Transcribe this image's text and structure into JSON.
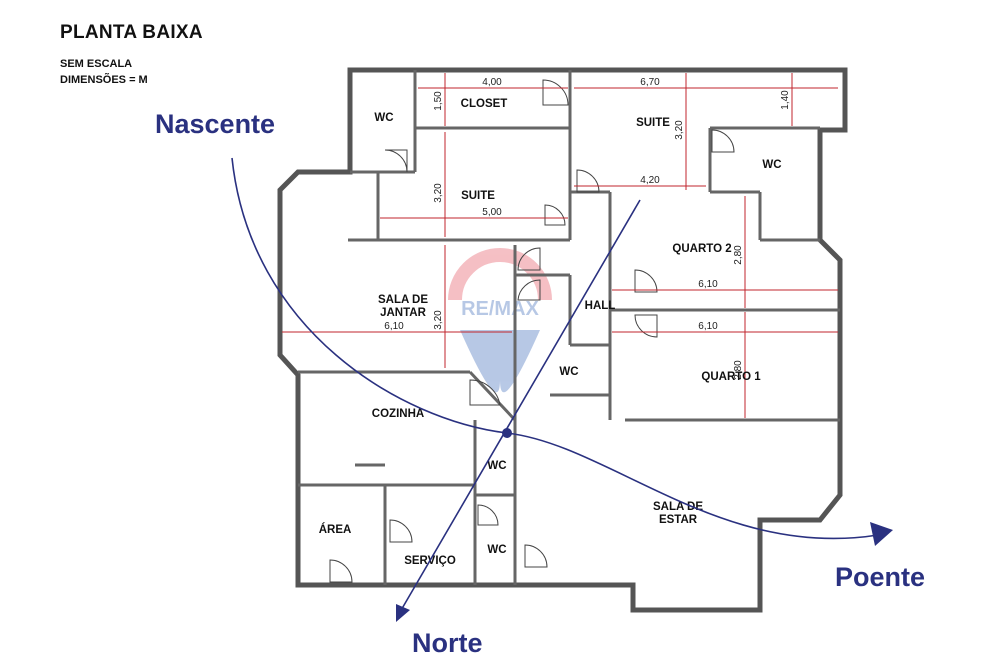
{
  "header": {
    "title": "PLANTA BAIXA",
    "scale": "SEM ESCALA",
    "units": "DIMENSÕES = M"
  },
  "watermark": {
    "text": "RE/MAX",
    "colors": [
      "#dc1c2e",
      "#003da5"
    ]
  },
  "rooms": {
    "wc_top_left": "WC",
    "closet": "CLOSET",
    "suite_top": "SUITE",
    "wc_top_right": "WC",
    "suite_mid": "SUITE",
    "quarto2": "QUARTO 2",
    "sala_jantar_l1": "SALA DE",
    "sala_jantar_l2": "JANTAR",
    "hall": "HALL",
    "wc_hall": "WC",
    "quarto1": "QUARTO 1",
    "cozinha": "COZINHA",
    "wc_mid": "WC",
    "area": "ÁREA",
    "servico": "SERVIÇO",
    "wc_bottom": "WC",
    "sala_estar_l1": "SALA DE",
    "sala_estar_l2": "ESTAR"
  },
  "dimensions": {
    "closet_w": "4,00",
    "closet_h": "1,50",
    "suite_top_w": "6,70",
    "suite_top_h": "3,20",
    "suite_top_sub": "4,20",
    "suite_top_right": "1,40",
    "suite_mid_h": "3,20",
    "suite_mid_w": "5,00",
    "jantar_h": "3,20",
    "jantar_w": "6,10",
    "quarto2_h": "2,80",
    "quarto2_w": "6,10",
    "quarto1_w": "6,10",
    "quarto1_h": "2,80"
  },
  "directions": {
    "east": "Nascente",
    "west": "Poente",
    "north": "Norte"
  },
  "colors": {
    "direction": "#2a3180",
    "dimension_line": "#c0262d",
    "wall": "#555555"
  }
}
